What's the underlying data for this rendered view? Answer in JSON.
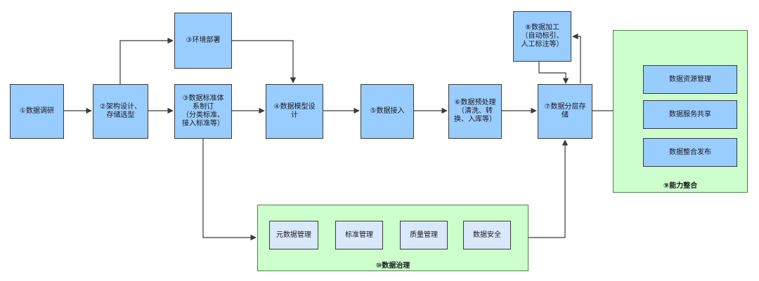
{
  "nodes": {
    "n1": "①数据调研",
    "n2": "②架构设计、\n存储选型",
    "n3": "③数据标准体\n系制订\n（分类标准、\n接入标准等）",
    "n3b": "③环境部署",
    "n4": "④数据模型设\n计",
    "n5": "⑤数据接入",
    "n6": "⑥数据预处理\n（清洗、转\n换、入库等）",
    "n7": "⑦数据分层存\n储",
    "n8": "⑧数据加工\n（自动标引、\n人工标注等）"
  },
  "ability": {
    "title": "⑨能力整合",
    "items": [
      "数据资源管理",
      "数据服务共享",
      "数据整合发布"
    ]
  },
  "governance": {
    "title": "⑩数据治理",
    "items": [
      "元数据管理",
      "标准管理",
      "质量管理",
      "数据安全"
    ]
  },
  "colors": {
    "node_fill": "#99ccff",
    "sub_fill": "#dae8fc",
    "panel_fill": "#ccffcc",
    "line": "#3a3a3a"
  }
}
